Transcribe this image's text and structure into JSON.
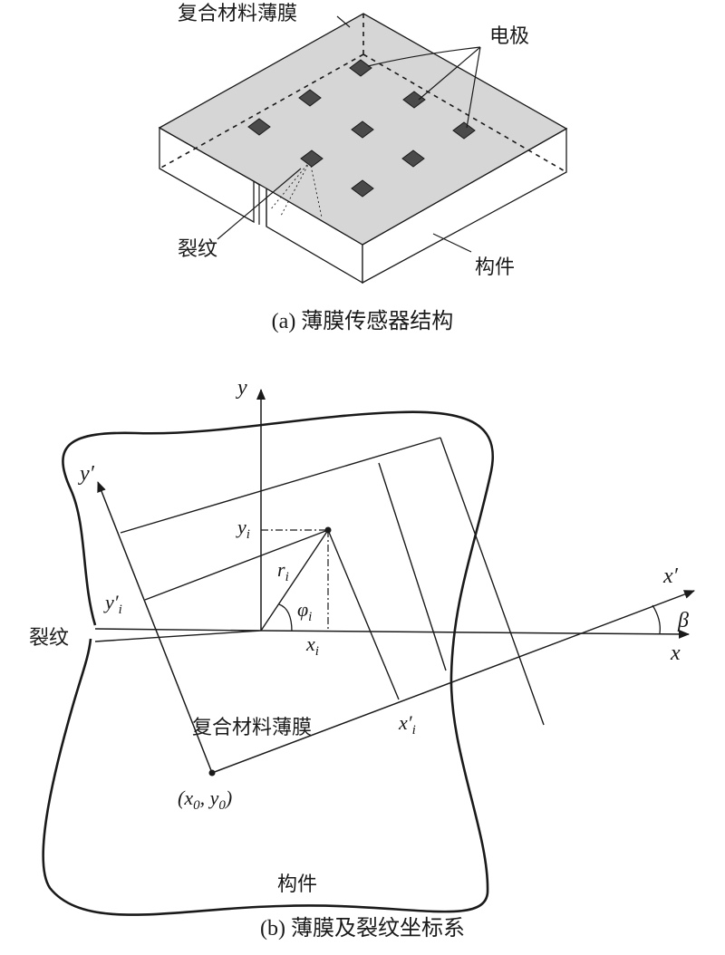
{
  "panel_a": {
    "labels": {
      "film": "复合材料薄膜",
      "electrode": "电极",
      "crack": "裂纹",
      "component": "构件"
    },
    "caption": "(a) 薄膜传感器结构"
  },
  "panel_b": {
    "axes": {
      "y": "y",
      "x": "x",
      "y_prime": "y′",
      "x_prime": "x′"
    },
    "labels": {
      "crack": "裂纹",
      "film": "复合材料薄膜",
      "component": "构件",
      "beta": "β",
      "yi": "y",
      "yi_sub": "i",
      "ri": "r",
      "ri_sub": "i",
      "phii": "φ",
      "phii_sub": "i",
      "xi": "x",
      "xi_sub": "i",
      "ypi": "y′",
      "ypi_sub": "i",
      "xpi": "x′",
      "xpi_sub": "i",
      "origin": "(x",
      "origin_sub0": "0",
      "origin_mid": ", y",
      "origin_sub1": "0",
      "origin_end": ")"
    },
    "caption": "(b) 薄膜及裂纹坐标系"
  }
}
